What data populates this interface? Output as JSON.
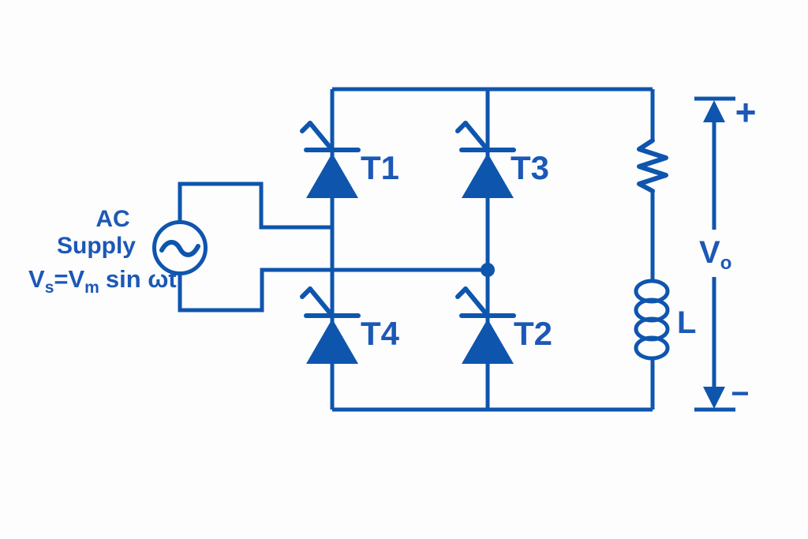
{
  "colors": {
    "ink": "#0e55ae",
    "label": "#1c58b6",
    "background": "#fdfdfd"
  },
  "ac_supply": {
    "label_line1": "AC",
    "label_line2": "Supply",
    "equation": {
      "v1": "V",
      "sub1": "s",
      "v2": "=V",
      "sub2": "m",
      "tail": "sin ωt"
    }
  },
  "thyristors": {
    "t1": "T1",
    "t3": "T3",
    "t4": "T4",
    "t2": "T2"
  },
  "load": {
    "inductor_label": "L"
  },
  "output": {
    "voltage_base": "V",
    "voltage_sub": "o",
    "plus": "+",
    "minus": "−"
  }
}
